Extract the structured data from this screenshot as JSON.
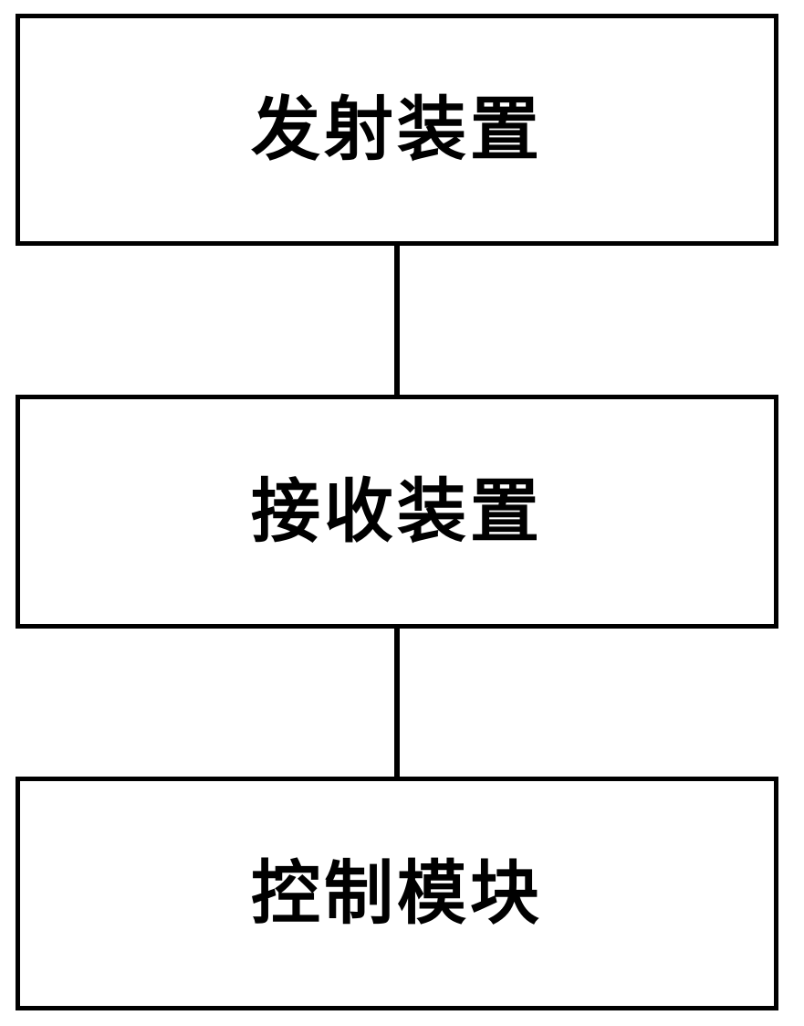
{
  "blocks": [
    {
      "label": "发射装置"
    },
    {
      "label": "接收装置"
    },
    {
      "label": "控制模块"
    }
  ],
  "colors": {
    "stroke": "#000000",
    "fill": "#ffffff"
  }
}
